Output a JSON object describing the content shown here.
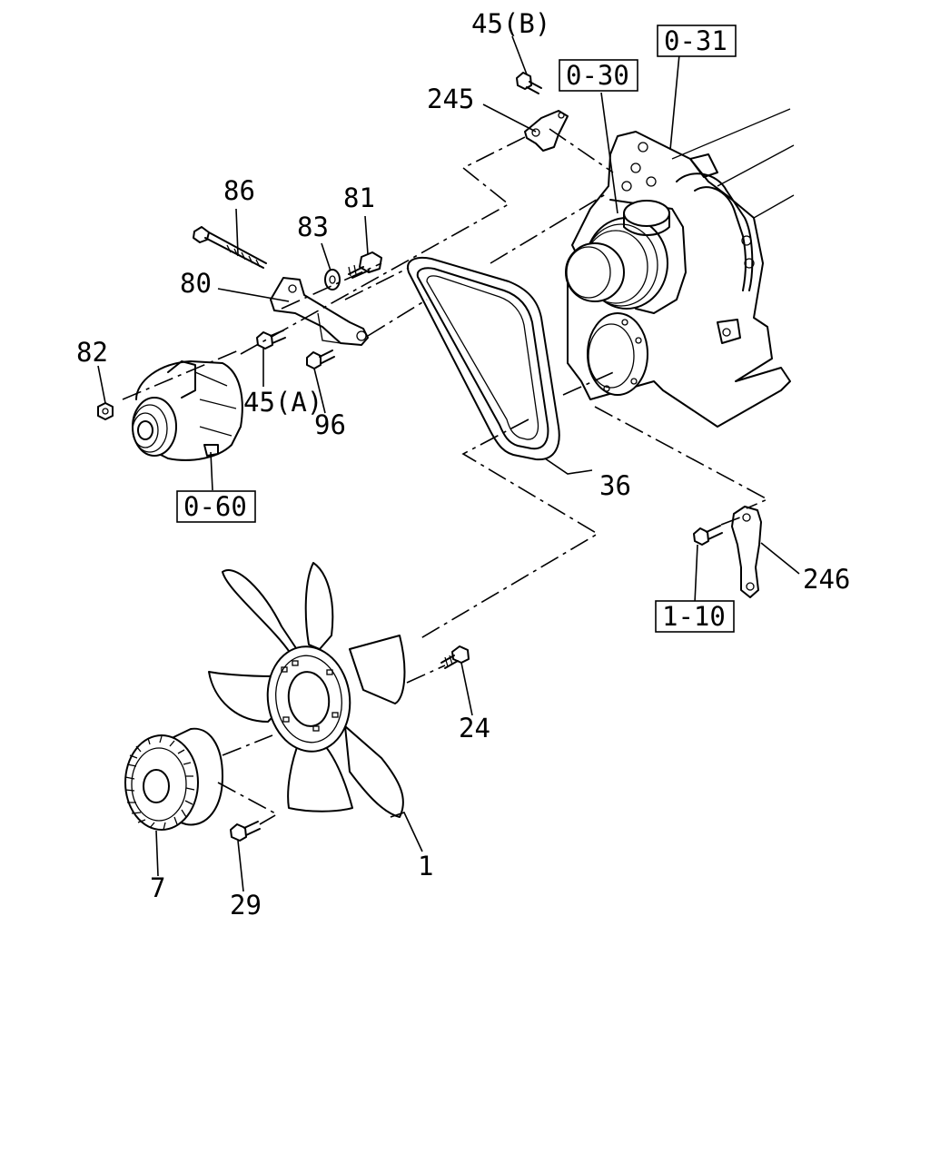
{
  "labels": {
    "p45b": "45(B)",
    "p245": "245",
    "p86": "86",
    "p83": "83",
    "p81": "81",
    "p80": "80",
    "p82": "82",
    "p45a": "45(A)",
    "p96": "96",
    "p36": "36",
    "p246": "246",
    "p24": "24",
    "p1": "1",
    "p7": "7",
    "p29": "29"
  },
  "refs": {
    "r031": "0-31",
    "r030": "0-30",
    "r060": "0-60",
    "r110": "1-10"
  }
}
